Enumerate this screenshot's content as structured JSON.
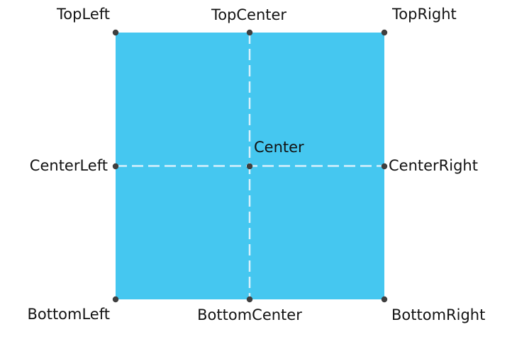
{
  "colors": {
    "rect_fill": "#45c7f0",
    "guide_color": "#d8f1fc",
    "dot_color": "#3f3f3f",
    "label_color": "#121212"
  },
  "anchors": [
    {
      "id": "top-left",
      "label": "TopLeft"
    },
    {
      "id": "top-center",
      "label": "TopCenter"
    },
    {
      "id": "top-right",
      "label": "TopRight"
    },
    {
      "id": "center-left",
      "label": "CenterLeft"
    },
    {
      "id": "center",
      "label": "Center"
    },
    {
      "id": "center-right",
      "label": "CenterRight"
    },
    {
      "id": "bottom-left",
      "label": "BottomLeft"
    },
    {
      "id": "bottom-center",
      "label": "BottomCenter"
    },
    {
      "id": "bottom-right",
      "label": "BottomRight"
    }
  ]
}
